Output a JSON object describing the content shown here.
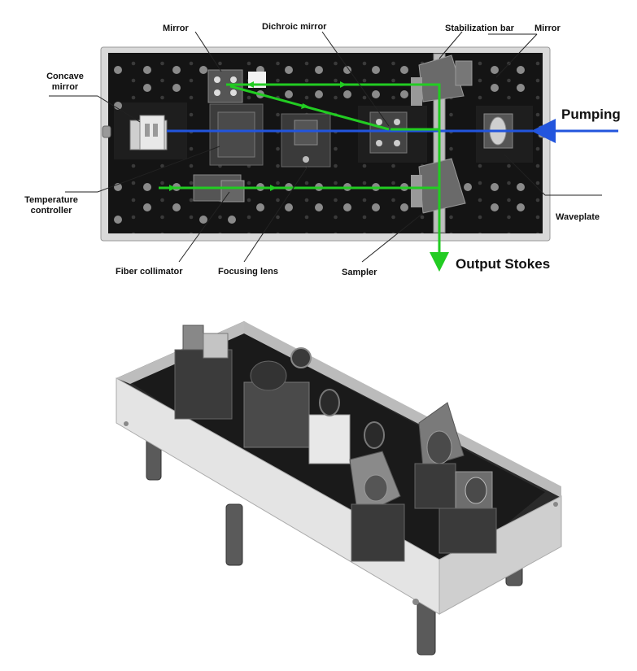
{
  "labels": {
    "mirror_left": "Mirror",
    "dichroic_mirror": "Dichroic mirror",
    "stabilization_bar": "Stabilization bar",
    "mirror_right": "Mirror",
    "concave_mirror_line1": "Concave",
    "concave_mirror_line2": "mirror",
    "pumping": "Pumping",
    "temperature_controller_line1": "Temperature",
    "temperature_controller_line2": "controller",
    "waveplate": "Waveplate",
    "fiber_collimator": "Fiber collimator",
    "focusing_lens": "Focusing lens",
    "sampler": "Sampler",
    "output_stokes": "Output Stokes"
  },
  "colors": {
    "green_beam": "#22cc22",
    "blue_beam": "#2255dd",
    "breadboard": "#141414",
    "frame": "#d8d8d8"
  }
}
